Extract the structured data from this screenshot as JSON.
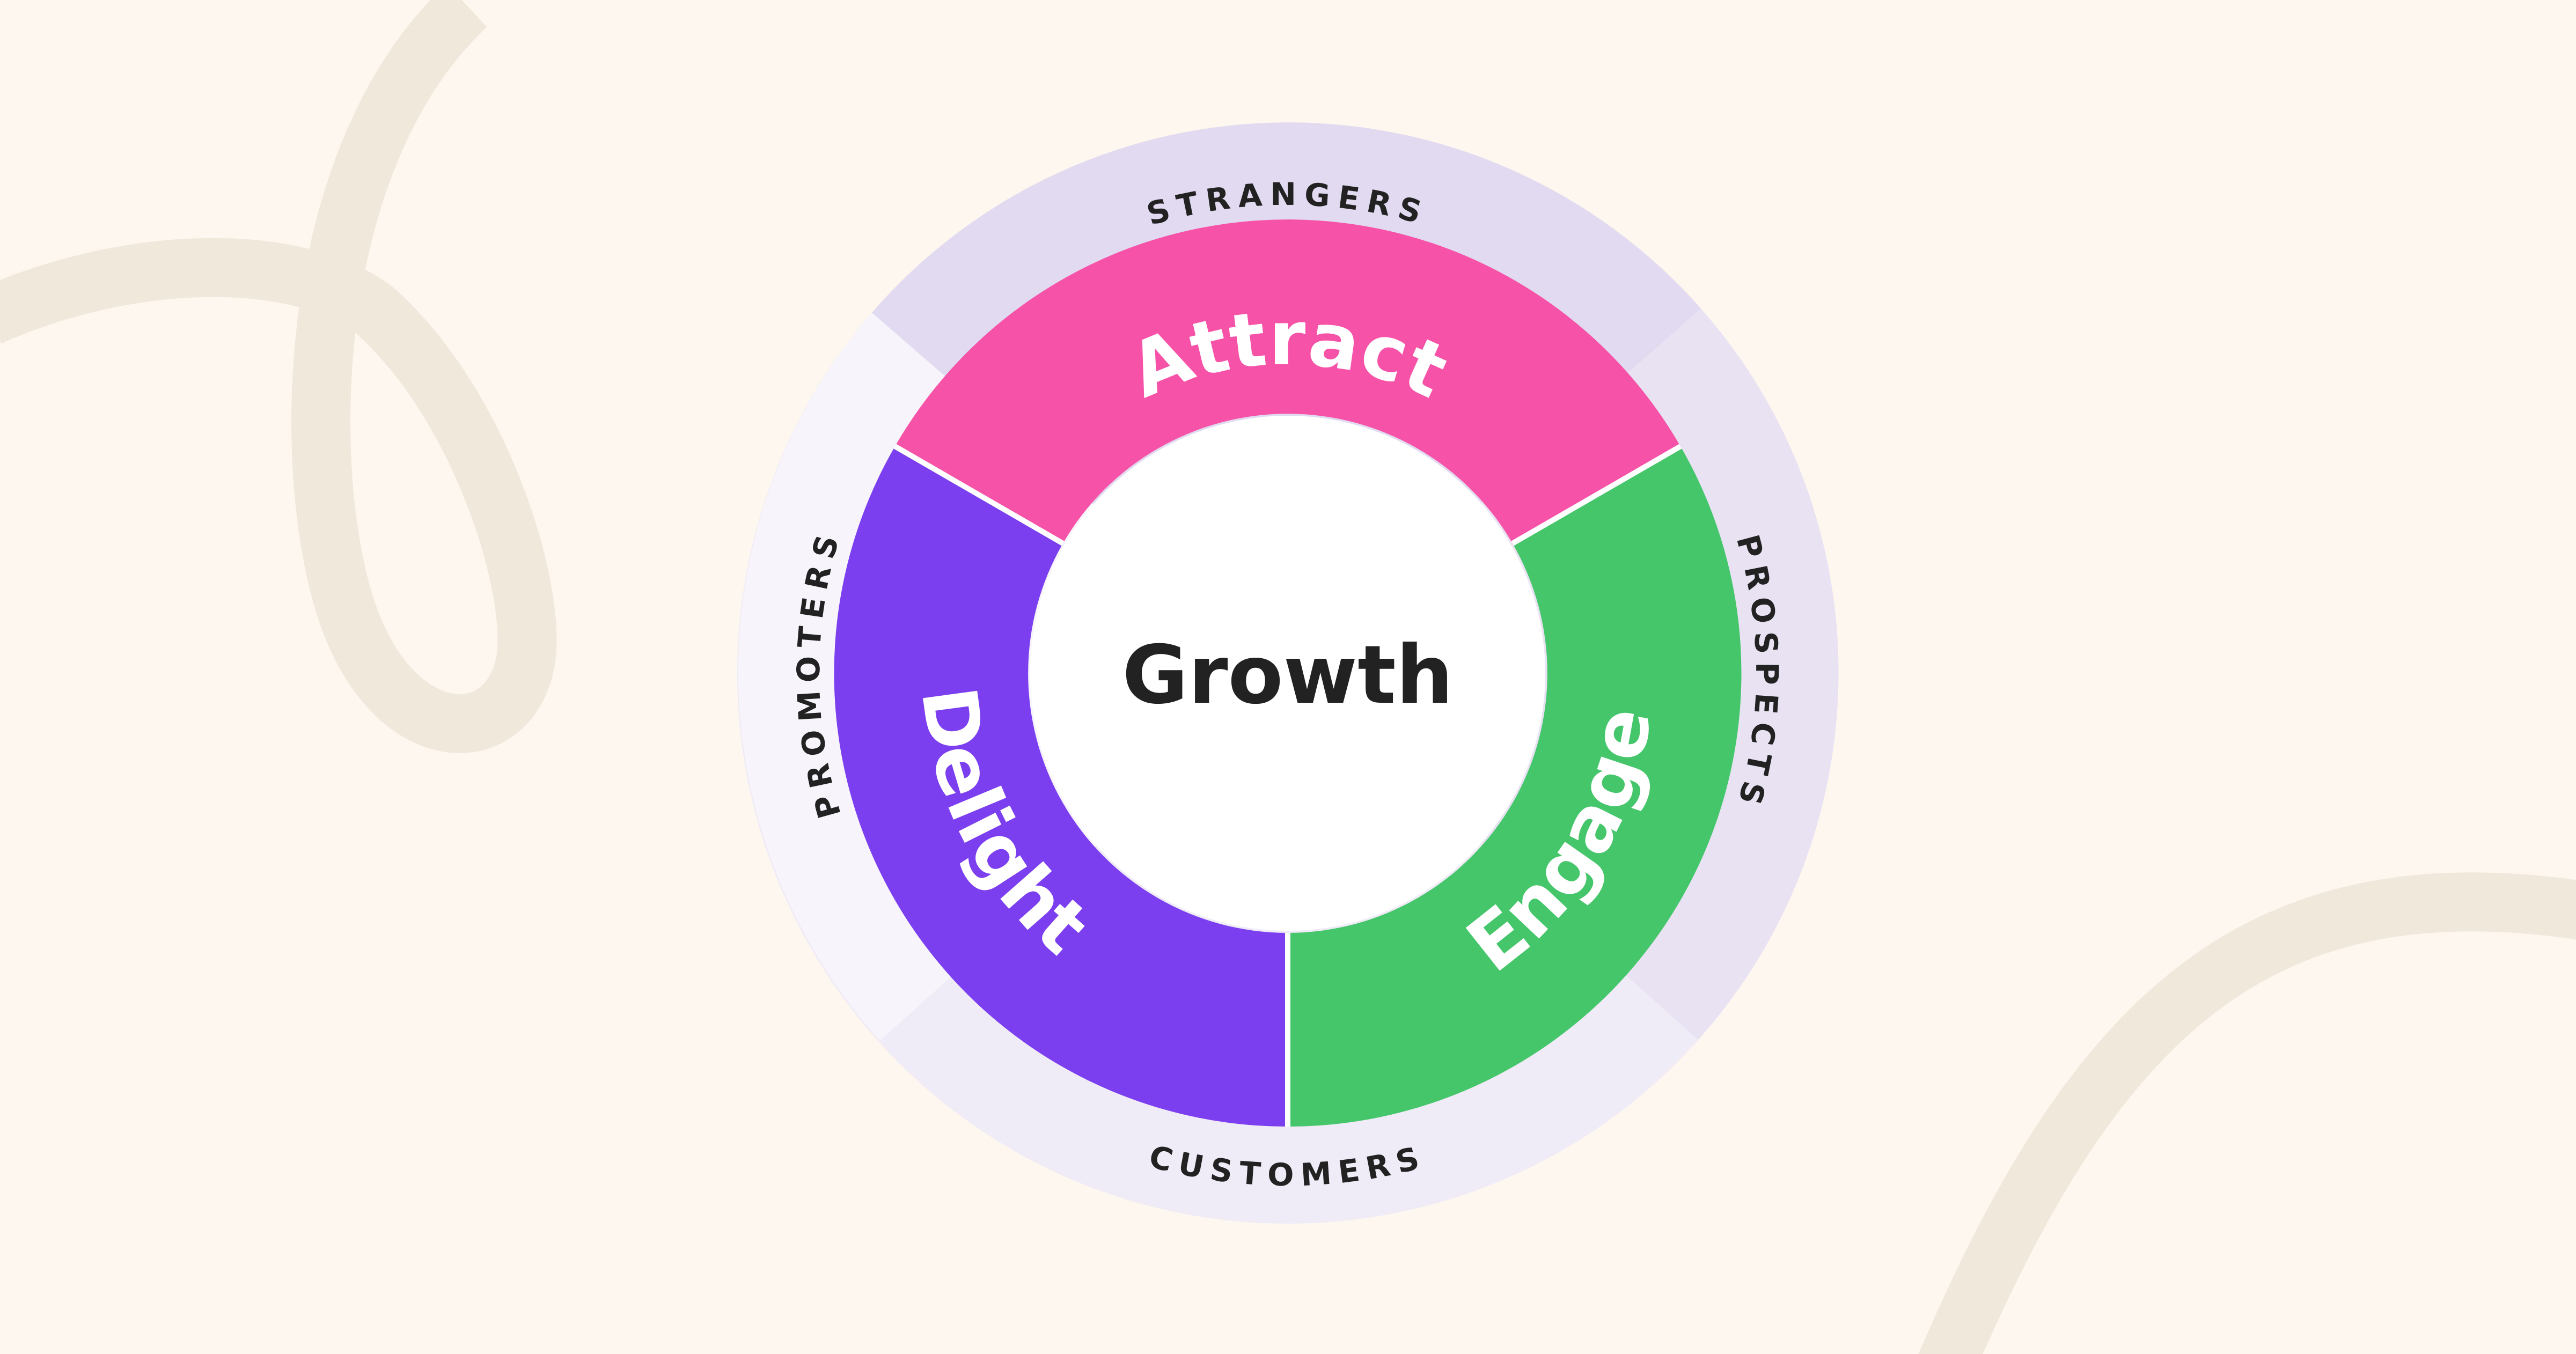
{
  "center": {
    "label": "Growth"
  },
  "stages": [
    {
      "label": "Attract",
      "color": "#F652A8"
    },
    {
      "label": "Engage",
      "color": "#45C66A"
    },
    {
      "label": "Delight",
      "color": "#7C3FEF"
    }
  ],
  "audiences": [
    {
      "label": "STRANGERS"
    },
    {
      "label": "PROSPECTS"
    },
    {
      "label": "CUSTOMERS"
    },
    {
      "label": "PROMOTERS"
    }
  ],
  "colors": {
    "background": "#FDF7EF",
    "swirl": "#F1E8DC",
    "ring": "#E1DAF0"
  }
}
